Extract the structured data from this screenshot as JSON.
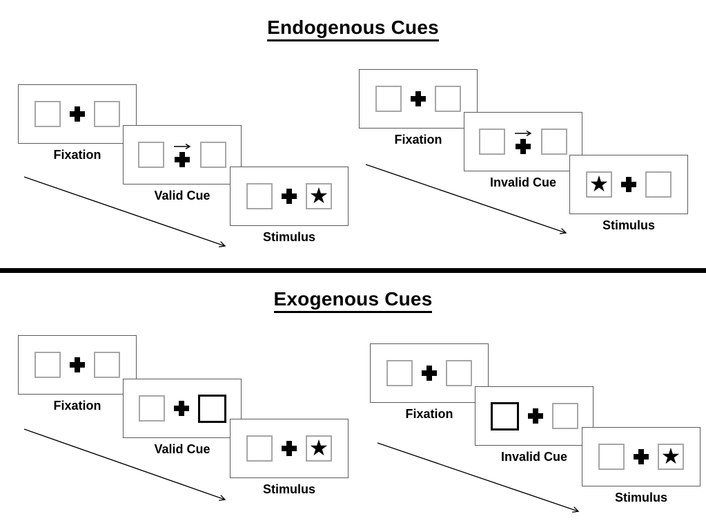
{
  "page": {
    "background": "#ffffff"
  },
  "colors": {
    "panel_border": "#595959",
    "square_border": "#a6a6a6",
    "cue_square_border": "#000000",
    "divider": "#000000",
    "text": "#000000"
  },
  "icons": {
    "star": "★",
    "fixation_cross": "✚ (CSS cross shape)",
    "cue_arrow": "→ (right-pointing arrow above fixation cross)",
    "timeline_arrow": "↘ (diagonal open-head arrow)"
  },
  "sections": [
    {
      "title": "Endogenous Cues",
      "groups": [
        {
          "condition": "valid",
          "panels": [
            {
              "label": "Fixation",
              "type": "fixation"
            },
            {
              "label": "Valid Cue",
              "type": "arrow-cue",
              "cue_direction": "right"
            },
            {
              "label": "Stimulus",
              "type": "stimulus",
              "star_side": "right"
            }
          ]
        },
        {
          "condition": "invalid",
          "panels": [
            {
              "label": "Fixation",
              "type": "fixation"
            },
            {
              "label": "Invalid Cue",
              "type": "arrow-cue",
              "cue_direction": "right"
            },
            {
              "label": "Stimulus",
              "type": "stimulus",
              "star_side": "left"
            }
          ]
        }
      ]
    },
    {
      "title": "Exogenous Cues",
      "groups": [
        {
          "condition": "valid",
          "panels": [
            {
              "label": "Fixation",
              "type": "fixation"
            },
            {
              "label": "Valid Cue",
              "type": "box-cue",
              "cued_side": "right"
            },
            {
              "label": "Stimulus",
              "type": "stimulus",
              "star_side": "right"
            }
          ]
        },
        {
          "condition": "invalid",
          "panels": [
            {
              "label": "Fixation",
              "type": "fixation"
            },
            {
              "label": "Invalid Cue",
              "type": "box-cue",
              "cued_side": "left"
            },
            {
              "label": "Stimulus",
              "type": "stimulus",
              "star_side": "right"
            }
          ]
        }
      ]
    }
  ]
}
